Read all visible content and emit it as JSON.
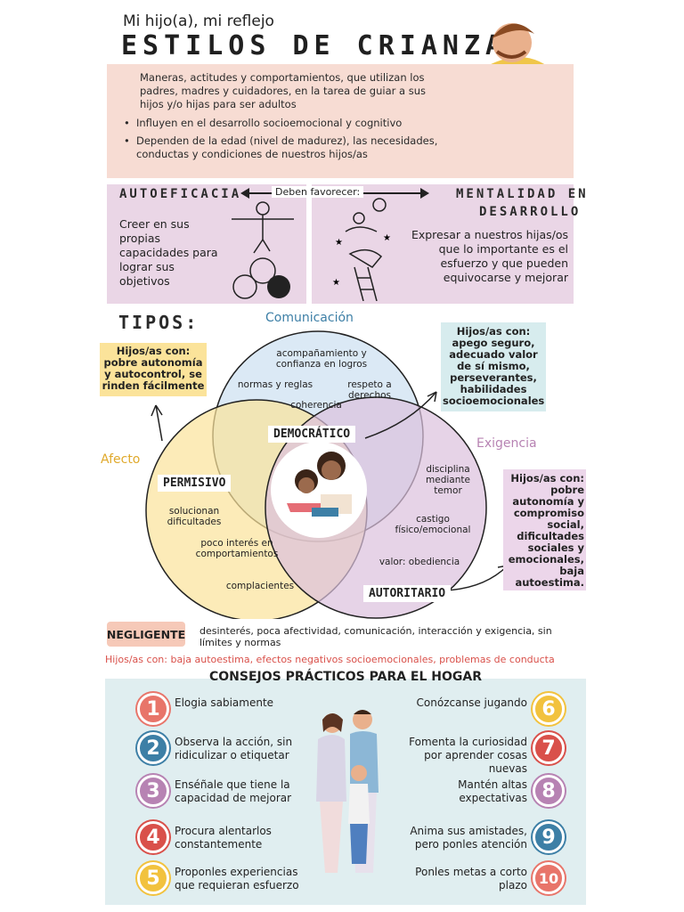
{
  "header": {
    "subtitle": "Mi hijo(a), mi reflejo",
    "title": "ESTILOS DE CRIANZA"
  },
  "intro": {
    "text": "Maneras, actitudes y comportamientos, que utilizan los padres, madres y cuidadores, en la tarea de guiar a sus hijos y/o hijas para ser adultos",
    "bullets": [
      "Influyen en el desarrollo socioemocional y cognitivo",
      "Dependen de la edad (nivel de madurez), las necesidades, conductas y condiciones de nuestros hijos/as"
    ]
  },
  "favorecer": {
    "label": "Deben favorecer:",
    "left_title": "AUTOEFICACIA",
    "left_text": "Creer en sus propias capacidades para lograr sus objetivos",
    "right_title_1": "MENTALIDAD EN",
    "right_title_2": "DESARROLLO",
    "right_text": "Expresar a nuestros hijas/os que lo importante es el esfuerzo y que pueden equivocarse y mejorar"
  },
  "tipos": {
    "title": "TIPOS:",
    "axes": {
      "comunicacion": "Comunicación",
      "afecto": "Afecto",
      "exigencia": "Exigencia"
    },
    "democratico": {
      "label": "DEMOCRÁTICO",
      "notes": [
        "acompañamiento y confianza en logros",
        "normas y reglas",
        "respeto a derechos",
        "coherencia"
      ]
    },
    "permisivo": {
      "label": "PERMISIVO",
      "notes": [
        "solucionan dificultades",
        "poco interés en comportamientos",
        "complacientes"
      ]
    },
    "autoritario": {
      "label": "AUTORITARIO",
      "notes": [
        "disciplina mediante temor",
        "castigo físico/emocional",
        "valor: obediencia"
      ]
    },
    "cards": {
      "permisivo": "Hijos/as con: pobre autonomía y autocontrol, se rinden fácilmente",
      "democratico": "Hijos/as con: apego seguro, adecuado valor de sí mismo, perseverantes, habilidades socioemocionales",
      "autoritario": "Hijos/as con: pobre autonomía y compromiso social, dificultades sociales y emocionales, baja autoestima."
    }
  },
  "negligente": {
    "label": "NEGLIGENTE",
    "text": "desinterés, poca afectividad, comunicación, interacción y exigencia, sin límites y normas",
    "hijos": "Hijos/as con: baja autoestima, efectos negativos socioemocionales, problemas de conducta"
  },
  "consejos": {
    "title": "CONSEJOS PRÁCTICOS PARA EL HOGAR",
    "left": [
      {
        "num": "1",
        "text": "Elogia sabiamente",
        "color": "#e8756a"
      },
      {
        "num": "2",
        "text": "Observa la acción, sin ridiculizar o etiquetar",
        "color": "#3d7fa6"
      },
      {
        "num": "3",
        "text": "Enséñale que tiene la capacidad de mejorar",
        "color": "#b783b3"
      },
      {
        "num": "4",
        "text": "Procura alentarlos constantemente",
        "color": "#d9504a"
      },
      {
        "num": "5",
        "text": "Proponles experiencias que requieran esfuerzo",
        "color": "#f2c23e"
      }
    ],
    "right": [
      {
        "num": "6",
        "text": "Conózcanse jugando",
        "color": "#f2c23e"
      },
      {
        "num": "7",
        "text": "Fomenta la curiosidad por aprender cosas nuevas",
        "color": "#d9504a"
      },
      {
        "num": "8",
        "text": "Mantén altas expectativas",
        "color": "#b783b3"
      },
      {
        "num": "9",
        "text": "Anima sus amistades, pero ponles atención",
        "color": "#3d7fa6"
      },
      {
        "num": "10",
        "text": "Ponles metas a corto plazo",
        "color": "#e8756a"
      }
    ]
  }
}
